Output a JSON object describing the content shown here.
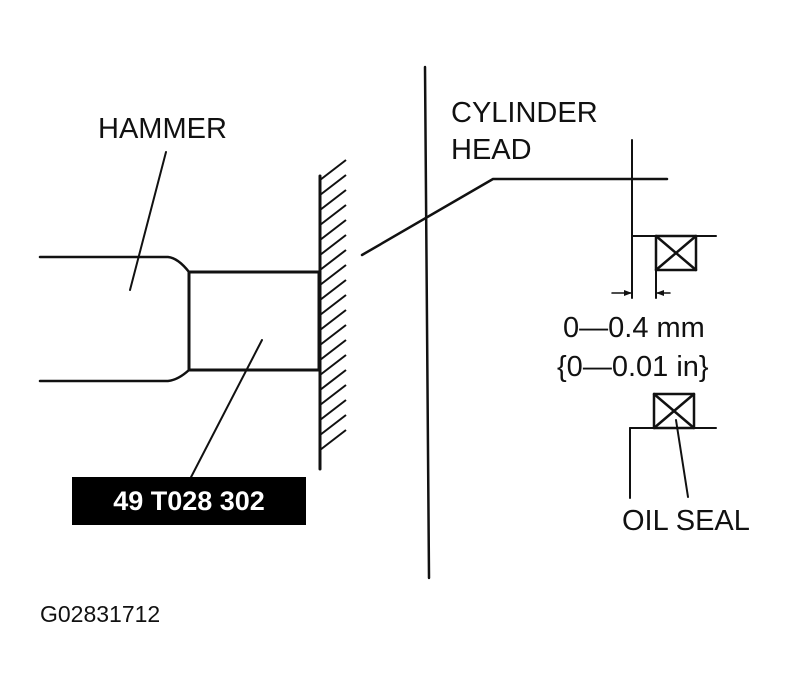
{
  "labels": {
    "hammer": "HAMMER",
    "cylinder_head_line1": "CYLINDER",
    "cylinder_head_line2": "HEAD",
    "depth_mm": "0—0.4 mm",
    "depth_in": "{0—0.01 in}",
    "oil_seal": "OIL SEAL",
    "tool_number": "49 T028 302",
    "figure_code": "G02831712"
  },
  "colors": {
    "ink": "#111111",
    "tool_label_bg": "#000000",
    "tool_label_text": "#ffffff"
  }
}
